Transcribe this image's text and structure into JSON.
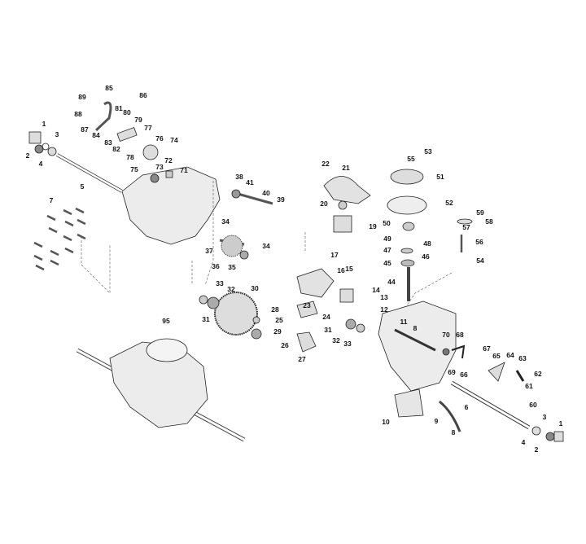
{
  "diagram": {
    "type": "exploded parts diagram - transaxle",
    "colors": {
      "line": "#222222",
      "housing": "#e6e6e6",
      "part": "#cfcfcf"
    },
    "labels": {
      "l1a": "1",
      "l2a": "2",
      "l3a": "3",
      "l4a": "4",
      "l5": "5",
      "l7": "7",
      "l71": "71",
      "l72": "72",
      "l73": "73",
      "l74": "74",
      "l75": "75",
      "l76": "76",
      "l77": "77",
      "l78": "78",
      "l79": "79",
      "l80": "80",
      "l81": "81",
      "l82": "82",
      "l83": "83",
      "l84": "84",
      "l85": "85",
      "l86": "86",
      "l87": "87",
      "l88": "88",
      "l89": "89",
      "l38": "38",
      "l41": "41",
      "l40": "40",
      "l39": "39",
      "l34a": "34",
      "l34b": "34",
      "l37": "37",
      "l36": "36",
      "l35": "35",
      "l33a": "33",
      "l32a": "32",
      "l30": "30",
      "l31a": "31",
      "l28": "28",
      "l25": "25",
      "l29": "29",
      "l26": "26",
      "l27": "27",
      "l24": "24",
      "l23": "23",
      "l22": "22",
      "l21": "21",
      "l20": "20",
      "l19": "19",
      "l17": "17",
      "l16": "16",
      "l15": "15",
      "l14": "14",
      "l13": "13",
      "l12": "12",
      "l31b": "31",
      "l32b": "32",
      "l33b": "33",
      "l53": "53",
      "l55": "55",
      "l51": "51",
      "l52": "52",
      "l59": "59",
      "l58": "58",
      "l57": "57",
      "l50": "50",
      "l49": "49",
      "l48": "48",
      "l47": "47",
      "l46": "46",
      "l45": "45",
      "l56": "56",
      "l54": "54",
      "l44": "44",
      "l11": "11",
      "l8a": "8",
      "l70": "70",
      "l68": "68",
      "l67": "67",
      "l65": "65",
      "l64": "64",
      "l63": "63",
      "l66": "66",
      "l62": "62",
      "l61": "61",
      "l60": "60",
      "l69": "69",
      "l6": "6",
      "l9": "9",
      "l10": "10",
      "l8b": "8",
      "l3b": "3",
      "l4b": "4",
      "l2b": "2",
      "l1b": "1",
      "l95": "95"
    }
  }
}
